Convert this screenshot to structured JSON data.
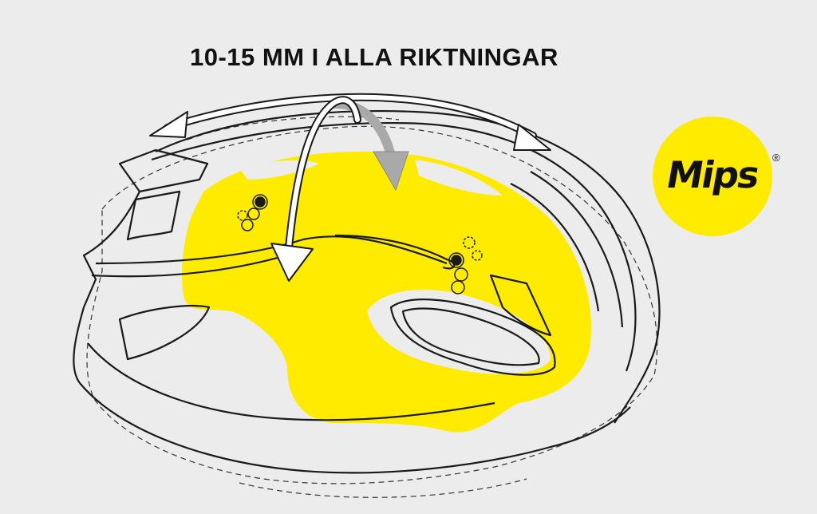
{
  "headline": "10-15 MM I ALLA RIKTNINGAR",
  "logo": {
    "text": "Mips",
    "registered": "®"
  },
  "colors": {
    "background": "#ececec",
    "liner_yellow": "#ffeb00",
    "outline": "#1a1a1a",
    "arrow_fill": "#ffffff",
    "gray_arrow": "#a9a9a9"
  },
  "icons": [
    "helmet-outline",
    "mips-liner",
    "double-arrow",
    "rotation-arrow",
    "anchor-clip"
  ]
}
